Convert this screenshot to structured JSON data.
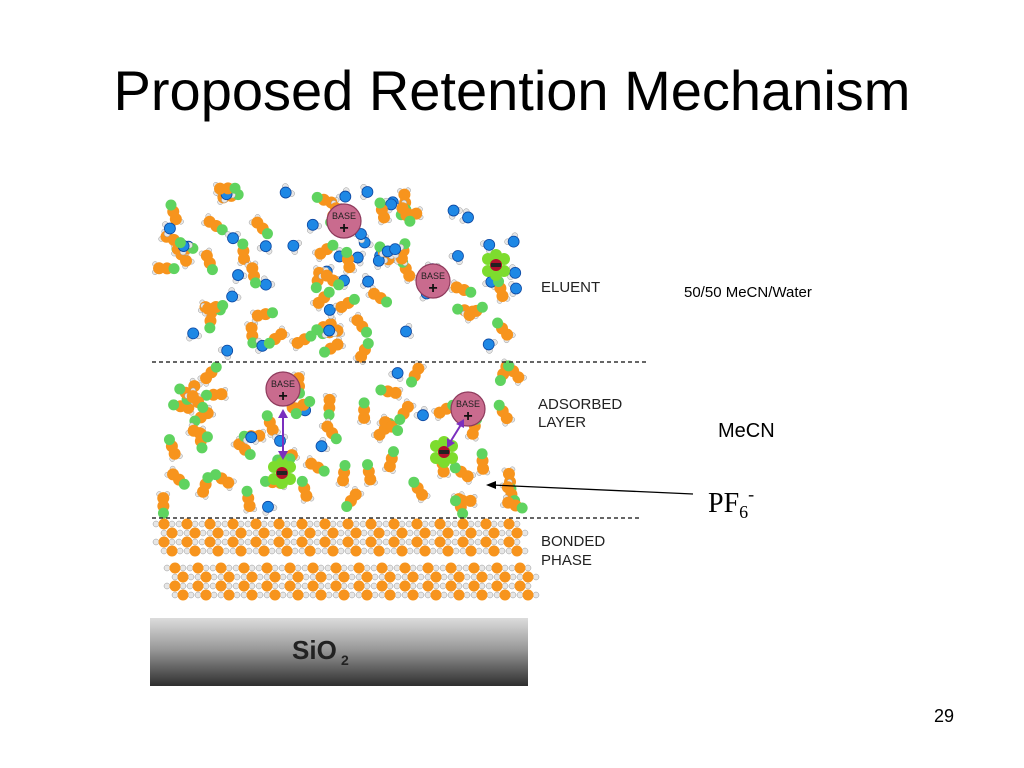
{
  "slide": {
    "title": "Proposed Retention Mechanism",
    "page_number": "29"
  },
  "regions": {
    "eluent": "ELUENT",
    "adsorbed_line1": "ADSORBED",
    "adsorbed_line2": "LAYER",
    "bonded_line1": "BONDED",
    "bonded_line2": "PHASE"
  },
  "substrate": {
    "label": "SiO",
    "subscript": "2"
  },
  "ions": {
    "base_label": "BASE",
    "charge": "+"
  },
  "annotations": {
    "eluent_composition": "50/50 MeCN/Water",
    "adsorbed_composition": "MeCN",
    "anion_base": "PF",
    "anion_subscript": "6",
    "anion_charge": "-"
  },
  "colors": {
    "mecn_orange": "#f7941d",
    "mecn_green": "#5fd35f",
    "water_blue": "#1e88e5",
    "hydrogen_white": "#e6e6e6",
    "base_pink": "#c96b8e",
    "pf6_green": "#7ddc2e",
    "arrow_purple": "#7b2fbe",
    "substrate_dark": "#555555"
  },
  "icons": [
    "water-molecule-icon",
    "acetonitrile-molecule-icon",
    "base-cation-icon",
    "hexafluorophosphate-anion-icon",
    "alkyl-chain-icon"
  ]
}
